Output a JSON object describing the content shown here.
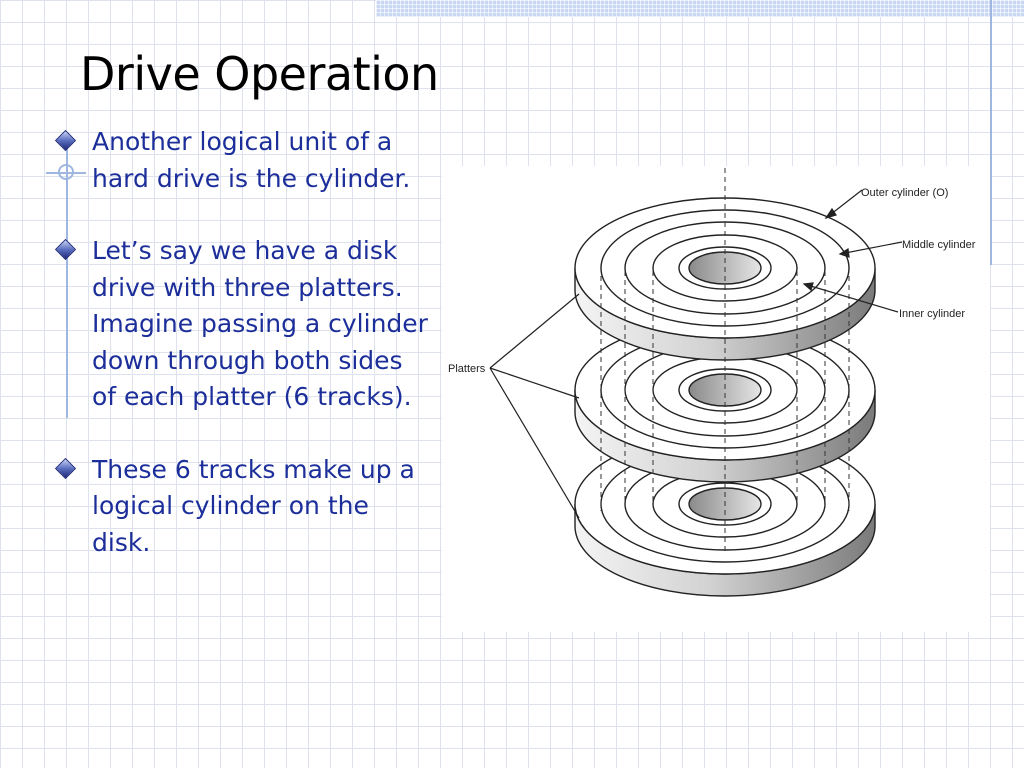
{
  "slide": {
    "title": "Drive Operation",
    "bullets": [
      "Another logical unit of a hard drive is the cylinder.",
      "Let’s say we have a disk drive with three platters.  Imagine passing a cylinder down through both sides of each platter (6 tracks).",
      "These 6 tracks make up a logical cylinder on the disk."
    ],
    "bullet_icon": "diamond-bullet-icon",
    "colors": {
      "title": "#000000",
      "bullet_text": "#1c2e9a",
      "grid": "#dde2ee",
      "accent_line": "#9fb6e0"
    }
  },
  "figure": {
    "labels": {
      "outer": "Outer cylinder (O)",
      "middle": "Middle cylinder",
      "inner": "Inner cylinder",
      "platters": "Platters"
    }
  }
}
